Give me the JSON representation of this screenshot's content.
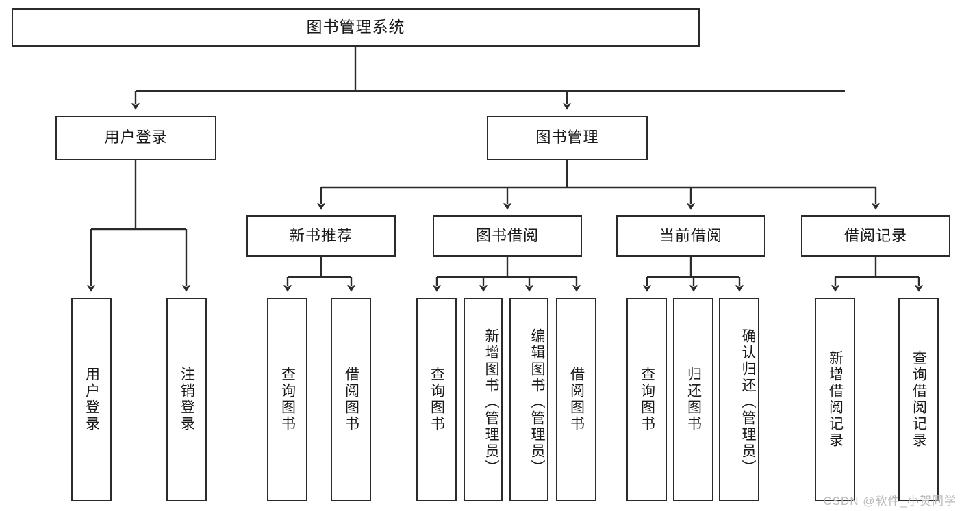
{
  "diagram": {
    "title": "图书管理系统",
    "type": "tree-hierarchy-diagram",
    "root": {
      "label": "图书管理系统"
    },
    "level2": [
      {
        "label": "用户登录"
      },
      {
        "label": "图书管理"
      }
    ],
    "level3": [
      {
        "label": "新书推荐"
      },
      {
        "label": "图书借阅"
      },
      {
        "label": "当前借阅"
      },
      {
        "label": "借阅记录"
      }
    ],
    "leaves": {
      "user_login": [
        {
          "label": "用户登录"
        },
        {
          "label": "注销登录"
        }
      ],
      "new_book_recommend": [
        {
          "label": "查询图书"
        },
        {
          "label": "借阅图书"
        }
      ],
      "book_borrow": [
        {
          "label": "查询图书"
        },
        {
          "label": "新增图书（管理员）"
        },
        {
          "label": "编辑图书（管理员）"
        },
        {
          "label": "借阅图书"
        }
      ],
      "current_borrow": [
        {
          "label": "查询图书"
        },
        {
          "label": "归还图书"
        },
        {
          "label": "确认归还（管理员）"
        }
      ],
      "borrow_record": [
        {
          "label": "新增借阅记录"
        },
        {
          "label": "查询借阅记录"
        }
      ]
    },
    "watermark": "CSDN @软件_小贺同学",
    "colors": {
      "stroke": "#2b2b2b",
      "background": "#ffffff",
      "text": "#1a1a1a",
      "watermark": "#b9b9b9"
    }
  }
}
